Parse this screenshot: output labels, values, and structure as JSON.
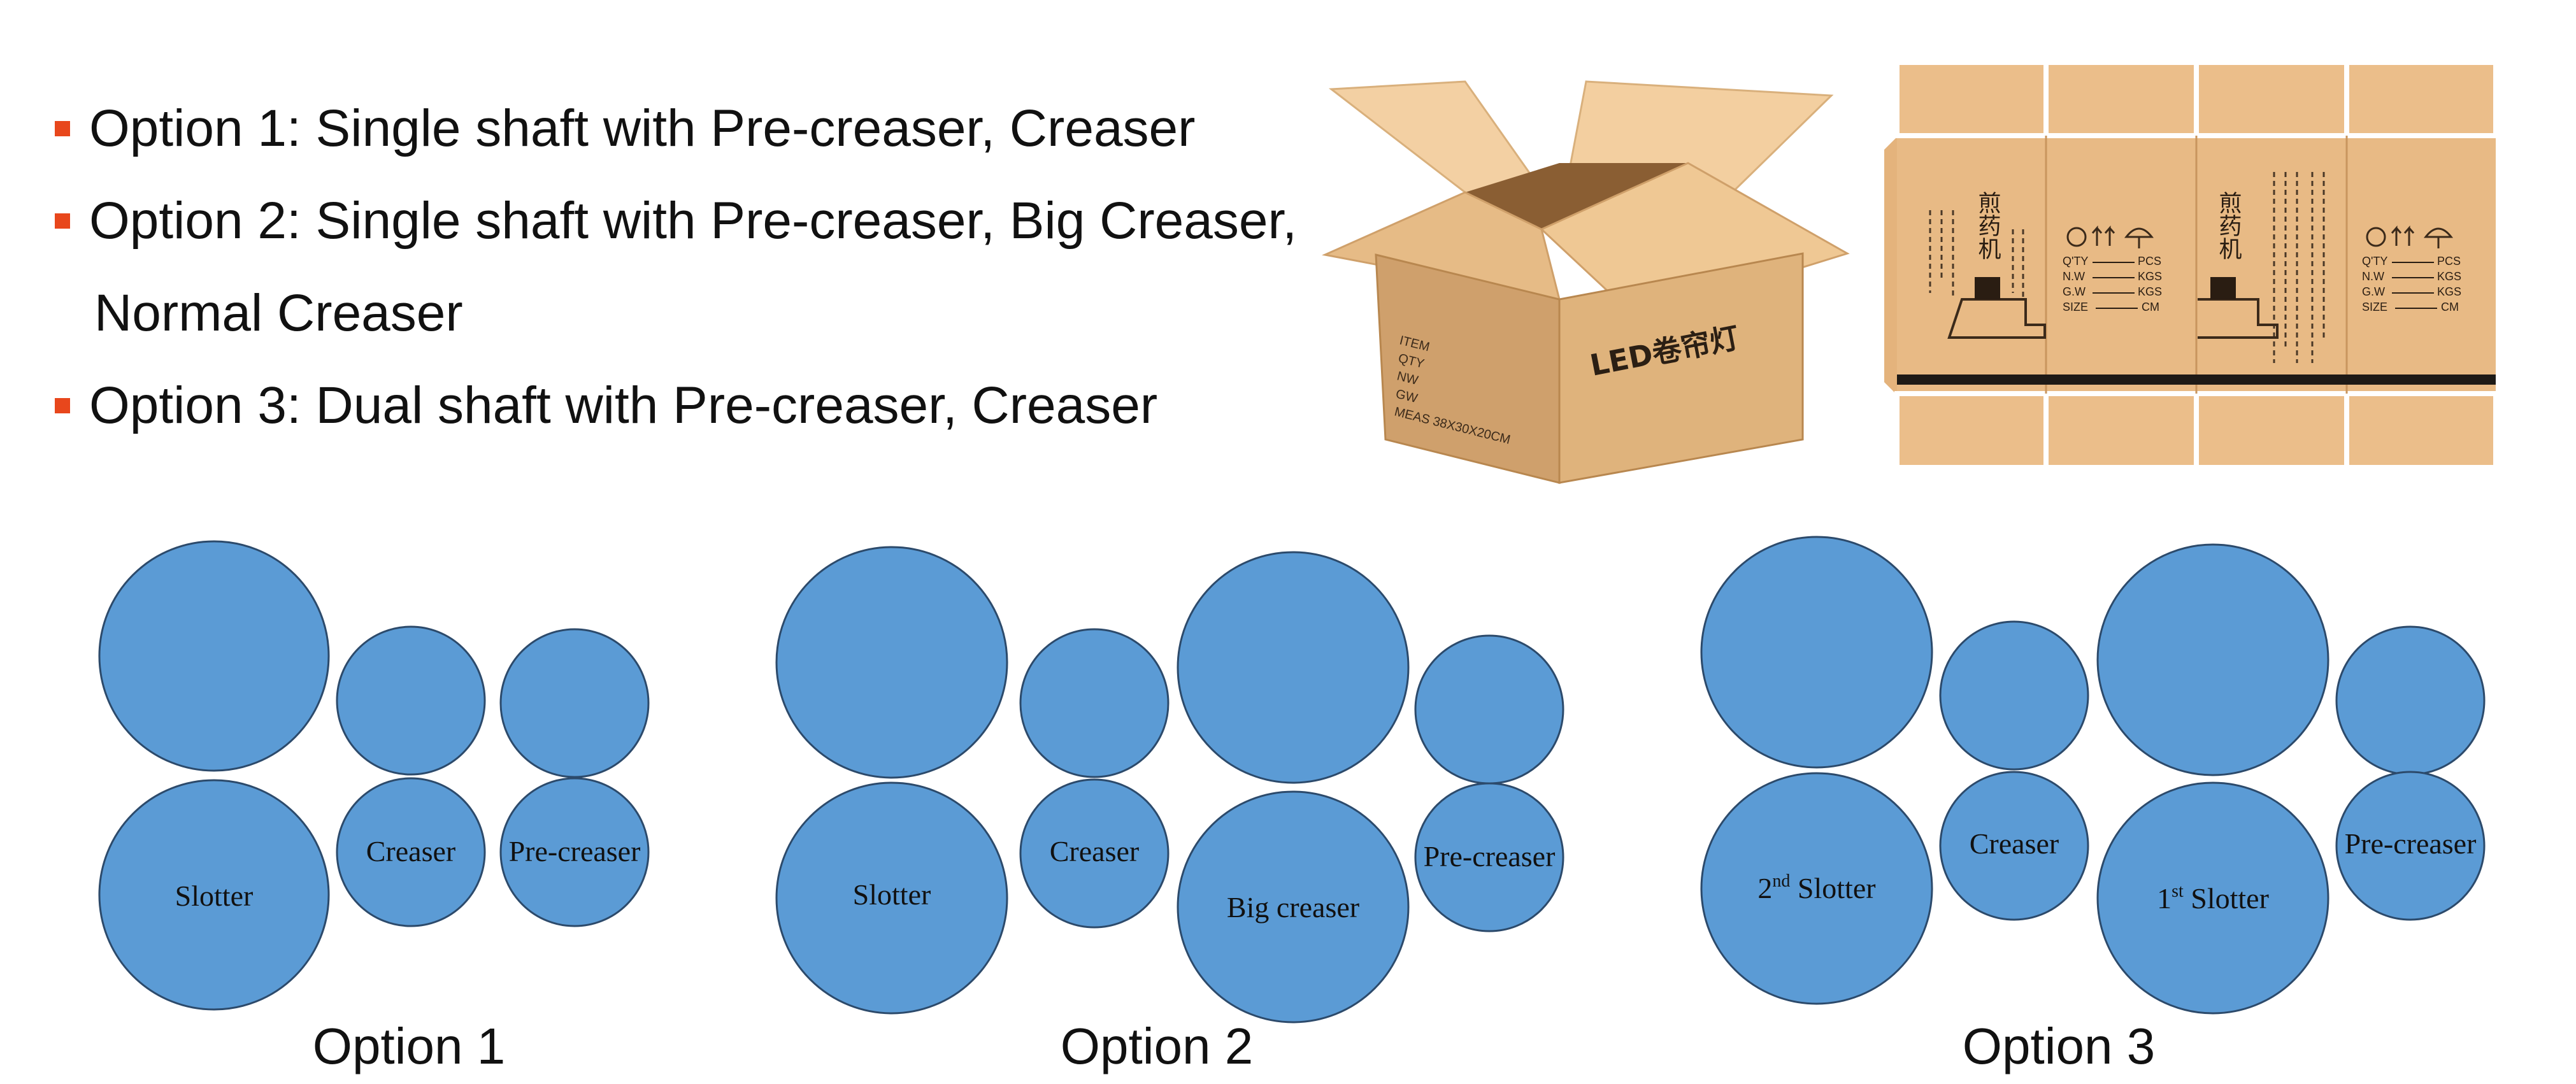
{
  "bullets": {
    "accent_color": "#e8471c",
    "items": [
      {
        "text": "Option 1: Single shaft with Pre-creaser, Creaser"
      },
      {
        "text": "Option 2: Single shaft with Pre-creaser, Big Creaser,",
        "continuation": "Normal Creaser"
      },
      {
        "text": "Option 3: Dual shaft with Pre-creaser, Creaser"
      }
    ]
  },
  "box_photo": {
    "side_marks": [
      "ITEM",
      "QTY",
      "NW",
      "GW",
      "MEAS 38X30X20CM"
    ],
    "front_label": "LED卷帘灯"
  },
  "dieline": {
    "title_chars": "煎药机",
    "spec_lines": [
      "Q'TY",
      "PCS",
      "N.W",
      "KGS",
      "G.W",
      "KGS",
      "SIZE",
      "CM"
    ]
  },
  "circle_style": {
    "fill": "#5b9bd5",
    "stroke": "#2c4a6b"
  },
  "options": [
    {
      "label": "Option 1",
      "rollers": [
        {
          "name": "Slotter"
        },
        {
          "name": "Creaser"
        },
        {
          "name": "Pre-creaser"
        }
      ]
    },
    {
      "label": "Option 2",
      "rollers": [
        {
          "name": "Slotter"
        },
        {
          "name": "Creaser"
        },
        {
          "name": "Big creaser"
        },
        {
          "name": "Pre-creaser"
        }
      ]
    },
    {
      "label": "Option 3",
      "rollers": [
        {
          "name": "2nd Slotter"
        },
        {
          "name": "Creaser"
        },
        {
          "name": "1st Slotter"
        },
        {
          "name": "Pre-creaser"
        }
      ]
    }
  ]
}
